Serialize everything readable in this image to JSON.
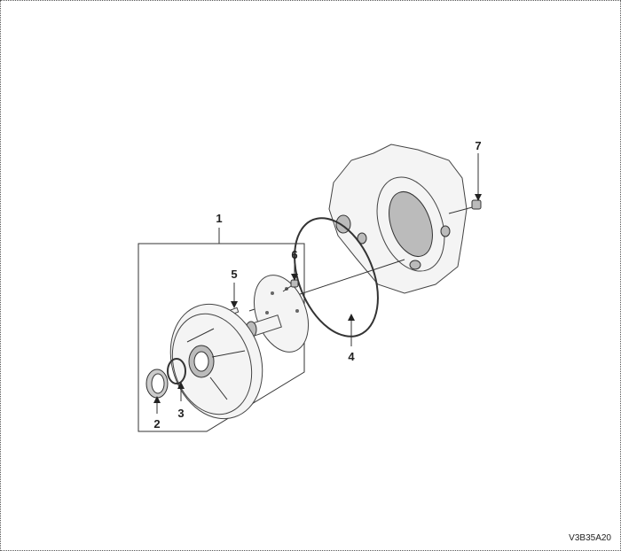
{
  "diagram": {
    "callouts": [
      {
        "id": "1",
        "label": "1"
      },
      {
        "id": "2",
        "label": "2"
      },
      {
        "id": "3",
        "label": "3"
      },
      {
        "id": "4",
        "label": "4"
      },
      {
        "id": "5",
        "label": "5"
      },
      {
        "id": "6",
        "label": "6"
      },
      {
        "id": "7",
        "label": "7"
      }
    ],
    "figure_code": "V3B35A20"
  }
}
